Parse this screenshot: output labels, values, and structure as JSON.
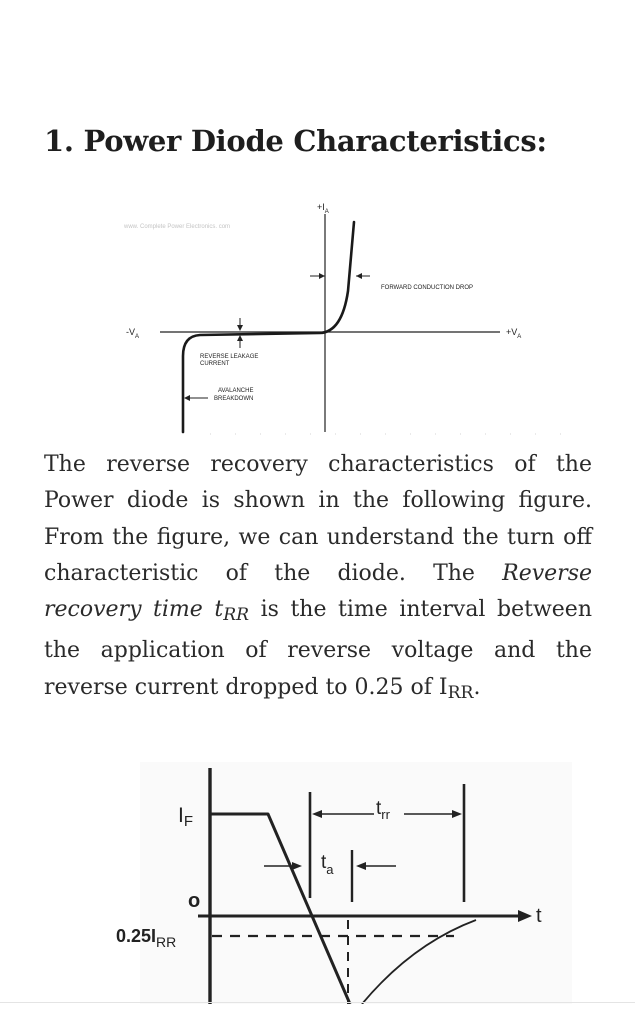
{
  "heading": "1. Power Diode Characteristics:",
  "figure1": {
    "watermark": "www. Complete Power Electronics. com",
    "label_plus_ia": "+I",
    "label_plus_ia_sub": "A",
    "label_minus_va": "-V",
    "label_minus_va_sub": "A",
    "label_plus_va": "+V",
    "label_plus_va_sub": "A",
    "forward_drop": "FORWARD CONDUCTION DROP",
    "leakage_line1": "REVERSE LEAKAGE",
    "leakage_line2": "CURRENT",
    "avalanche_line1": "AVALANCHE",
    "avalanche_line2": "BREAKDOWN"
  },
  "paragraph": {
    "part1": "The reverse recovery characteristics of the Power diode is shown in the following figure. From the figure, we can understand the turn off characteristic of the diode. The ",
    "term": "Reverse recovery time",
    "symbol": "t",
    "symbol_sub": "RR",
    "part2": " is the time interval between the application of reverse voltage and the reverse current dropped to 0.25 of I",
    "irr_sub": "RR",
    "part3": "."
  },
  "figure2": {
    "label_if": "I",
    "label_if_sub": "F",
    "label_trr": "t",
    "label_trr_sub": "rr",
    "label_ta": "t",
    "label_ta_sub": "a",
    "label_zero": "o",
    "label_t": "t",
    "label_025": "0.25I",
    "label_025_sub": "RR"
  }
}
